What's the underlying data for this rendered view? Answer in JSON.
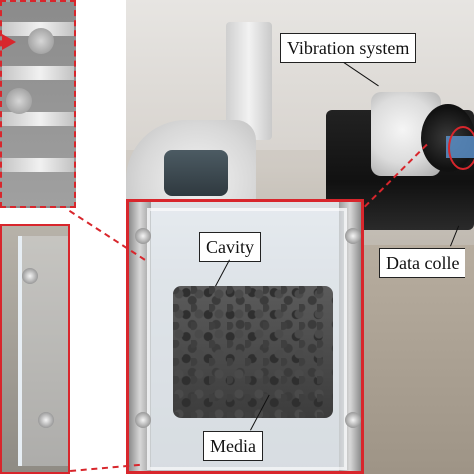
{
  "labels": {
    "vibration_system": "Vibration system",
    "cavity": "Cavity",
    "data_collector_partial": "Data colle",
    "media": "Media"
  },
  "colors": {
    "highlight_red": "#d8262c",
    "label_border": "#222222"
  }
}
